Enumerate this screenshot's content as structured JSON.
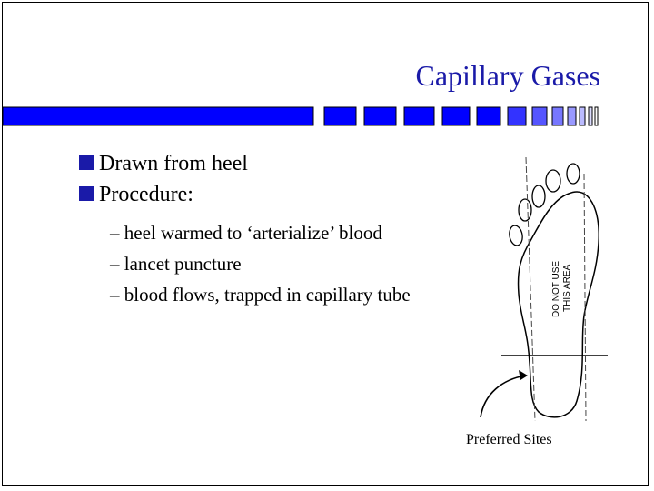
{
  "title": "Capillary Gases",
  "bullets": [
    {
      "text": "Drawn from heel"
    },
    {
      "text": "Procedure:"
    }
  ],
  "sub_bullets": [
    {
      "text": "– heel warmed to ‘arterialize’ blood"
    },
    {
      "text": "– lancet puncture"
    },
    {
      "text": "– blood flows, trapped in capillary tube"
    }
  ],
  "figure": {
    "warning_line1": "DO NOT USE",
    "warning_line2": "THIS AREA",
    "caption": "Preferred Sites"
  },
  "colors": {
    "accent": "#1a1aa8",
    "bar_fill": "#0000ff"
  }
}
